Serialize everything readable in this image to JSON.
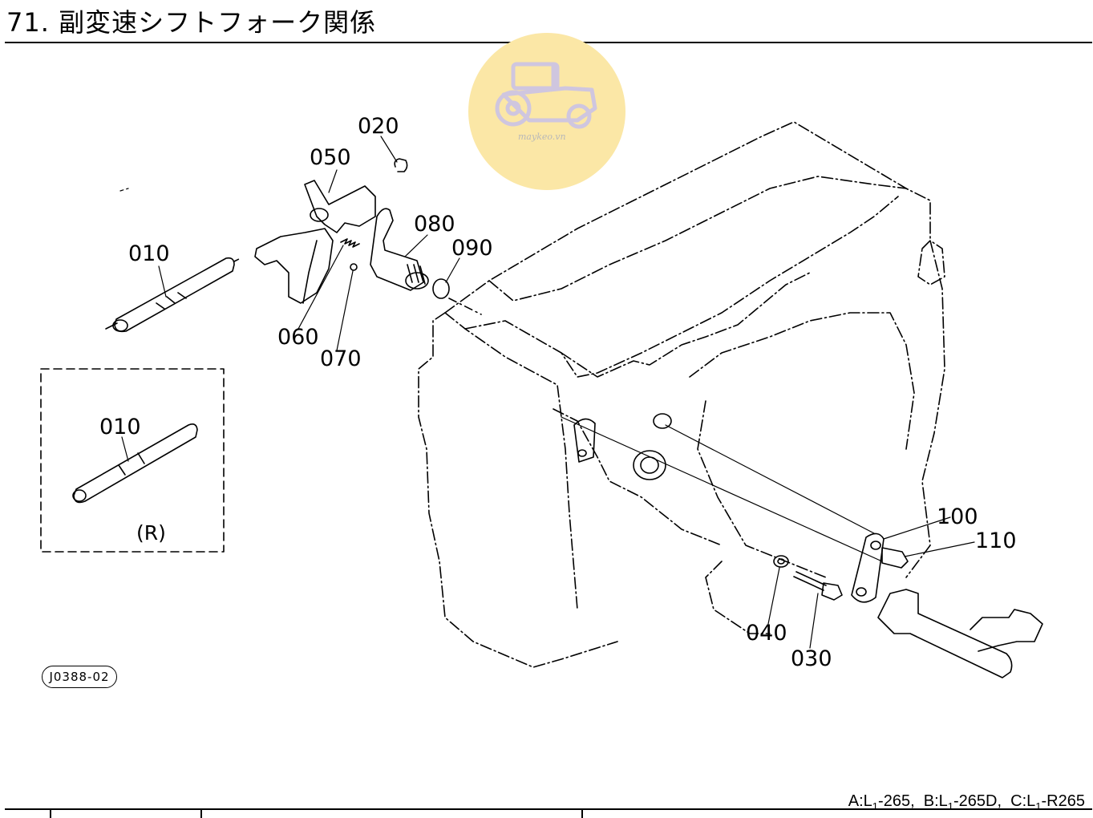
{
  "title": "71. 副変速シフトフォーク関係",
  "part_labels": {
    "p010": "010",
    "p010_inset": "010",
    "p020": "020",
    "p030": "030",
    "p040": "040",
    "p050": "050",
    "p060": "060",
    "p070": "070",
    "p080": "080",
    "p090": "090",
    "p100": "100",
    "p110": "110"
  },
  "inset_label": "(R)",
  "diagram_code": "J0388-02",
  "watermark": "maykeo.vn",
  "model_note": {
    "a": "A:L",
    "a_sub": "1",
    "a_model": "-265",
    "b": "B:L",
    "b_sub": "1",
    "b_model": "-265D",
    "c": "C:L",
    "c_sub": "1",
    "c_model": "-R265"
  },
  "colors": {
    "watermark_circle": "#fbe7a6",
    "watermark_icon": "#cfc6df",
    "line": "#000000"
  }
}
